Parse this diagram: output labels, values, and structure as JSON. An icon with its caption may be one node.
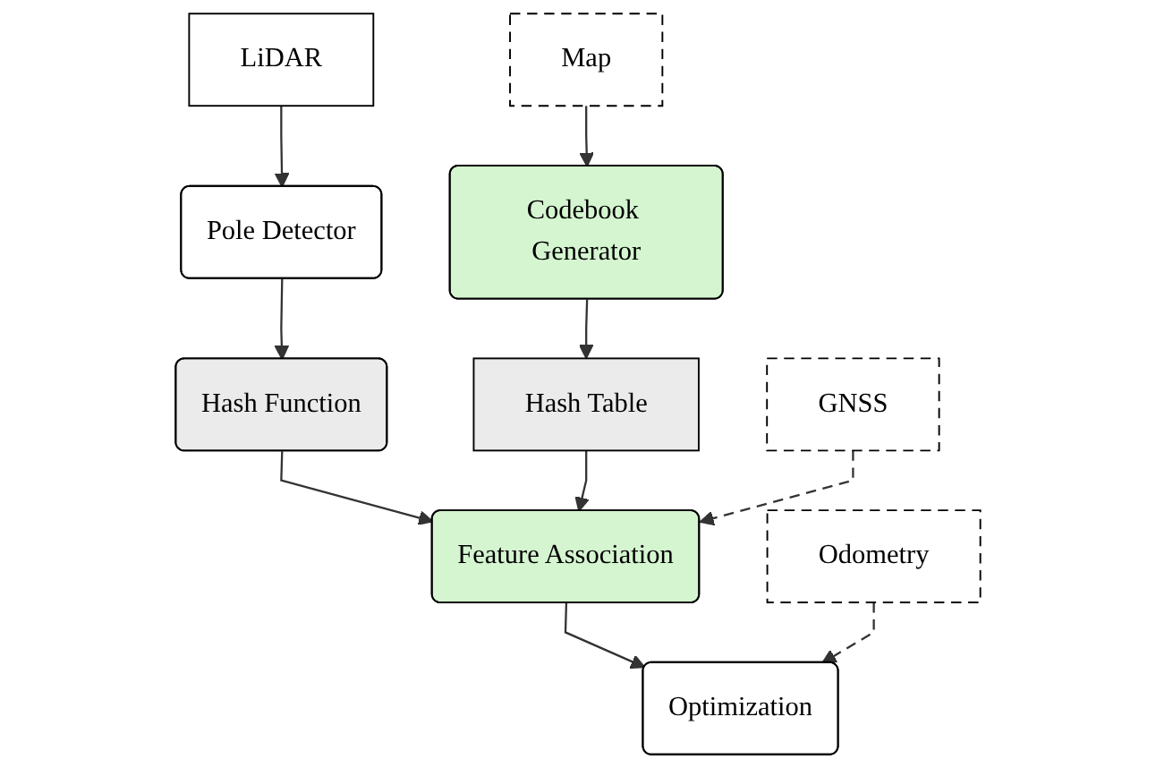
{
  "diagram": {
    "nodes": [
      {
        "text": [
          "LiDAR"
        ]
      },
      {
        "text": [
          "GNSS"
        ]
      },
      {
        "text": [
          "Odometry"
        ]
      },
      {
        "text": [
          "Map"
        ]
      },
      {
        "text": [
          "Pole Detector"
        ]
      },
      {
        "text": [
          "Codebook Generator"
        ]
      },
      {
        "text": [
          "Hash Function"
        ]
      },
      {
        "text": [
          "Hash Table"
        ]
      },
      {
        "text": [
          "Feature Association"
        ]
      },
      {
        "text": [
          "Optimization"
        ]
      }
    ],
    "edges": [
      {
        "from": 0,
        "to": 4,
        "arrow": "to"
      },
      {
        "from": 4,
        "to": 6,
        "arrow": "to"
      },
      {
        "from": 6,
        "to": 8,
        "arrow": "to"
      },
      {
        "from": 3,
        "to": 5,
        "arrow": "to"
      },
      {
        "from": 5,
        "to": 7,
        "arrow": "to"
      },
      {
        "from": 7,
        "to": 8,
        "arrow": "to"
      },
      {
        "from": 1,
        "to": 8,
        "arrow": "to",
        "style": "dashed"
      },
      {
        "from": 8,
        "to": 9,
        "arrow": "to"
      },
      {
        "from": 2,
        "to": 9,
        "arrow": "to",
        "style": "dashed"
      }
    ]
  }
}
